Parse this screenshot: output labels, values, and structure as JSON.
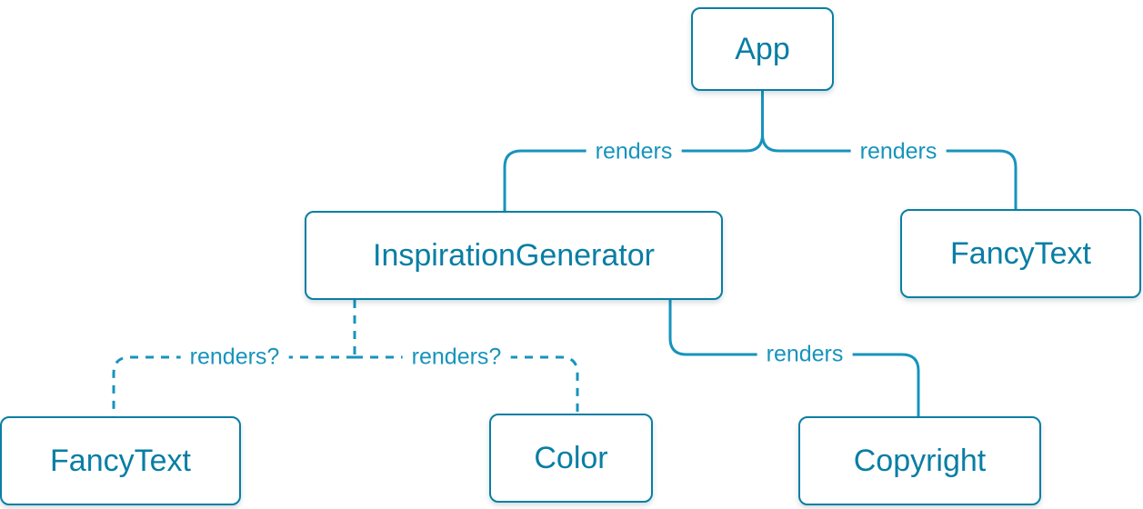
{
  "diagram": {
    "title": "React render tree diagram",
    "background": "#ffffff"
  },
  "colors": {
    "node_border": "#0a7ea4",
    "node_text": "#087ea4",
    "edge_line": "#1793bd",
    "edge_label": "#1793bd"
  },
  "nodes": {
    "app": {
      "label": "App"
    },
    "inspiration_generator": {
      "label": "InspirationGenerator"
    },
    "fancy_text_top": {
      "label": "FancyText"
    },
    "fancy_text_bottom": {
      "label": "FancyText"
    },
    "color": {
      "label": "Color"
    },
    "copyright": {
      "label": "Copyright"
    }
  },
  "edges": {
    "app_to_inspiration_generator": {
      "label": "renders",
      "style": "solid"
    },
    "app_to_fancy_text": {
      "label": "renders",
      "style": "solid"
    },
    "inspiration_generator_to_fancy_text": {
      "label": "renders?",
      "style": "dashed"
    },
    "inspiration_generator_to_color": {
      "label": "renders?",
      "style": "dashed"
    },
    "inspiration_generator_to_copyright": {
      "label": "renders",
      "style": "solid"
    }
  }
}
